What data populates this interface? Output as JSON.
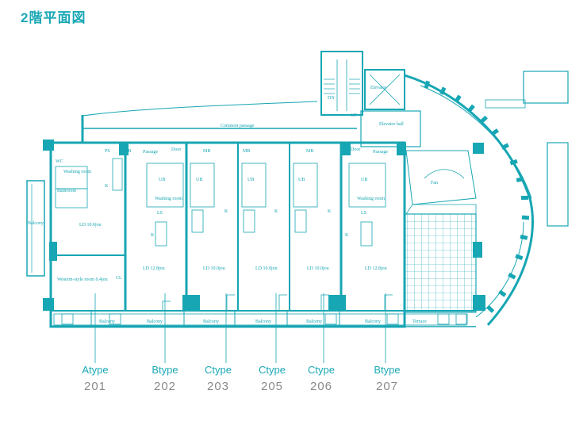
{
  "page_title": "2階平面図",
  "colors": {
    "accent": "#1ba8b5",
    "wall": "#17a6b3",
    "number": "#8a8a8a"
  },
  "plan_labels": {
    "common_passage": "Common passage",
    "elevator": "Elevator",
    "elevator_hall": "Elevator hall",
    "dn": "DN",
    "up": "UP",
    "fan": "Fan",
    "balcony": "Balcony",
    "terrace": "Terrace",
    "ld_201": "LD 10.0jou",
    "western_room": "Western-style room 6.4jou",
    "bathroom": "Bathroom",
    "washing_room": "Washing room",
    "ld_12": "LD 12.8jou",
    "ld_10": "LD 10.0jou",
    "mb": "MB",
    "ps": "PS",
    "door": "Door",
    "passage": "Passage",
    "k": "K",
    "cl": "CL",
    "ub": "UB",
    "wc": "WC",
    "ls": "LS"
  },
  "units": [
    {
      "type": "Atype",
      "number": "201"
    },
    {
      "type": "Btype",
      "number": "202"
    },
    {
      "type": "Ctype",
      "number": "203"
    },
    {
      "type": "Ctype",
      "number": "205"
    },
    {
      "type": "Ctype",
      "number": "206"
    },
    {
      "type": "Btype",
      "number": "207"
    }
  ]
}
